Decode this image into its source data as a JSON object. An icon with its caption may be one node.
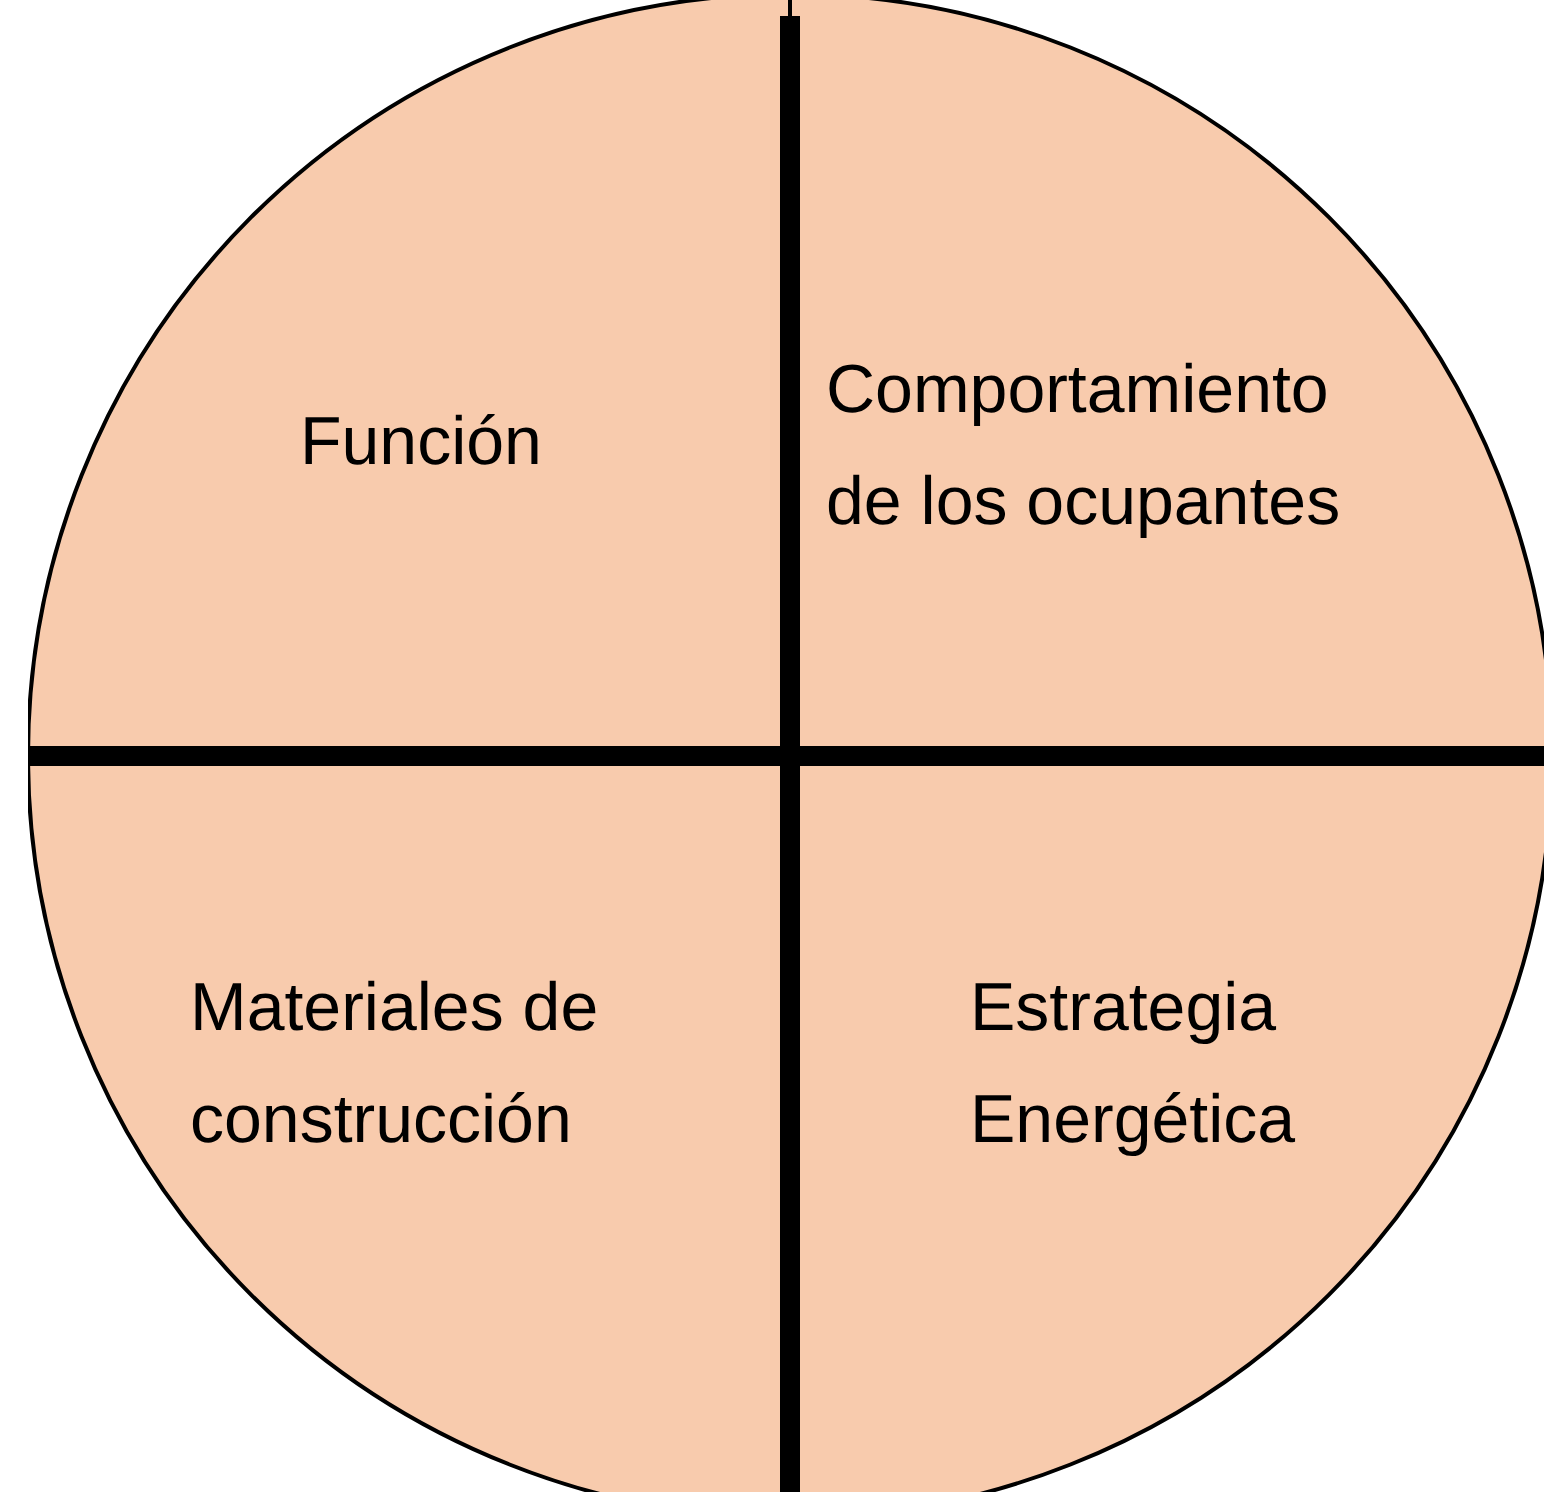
{
  "diagram": {
    "nodes": [
      {
        "text": [
          "Función"
        ]
      },
      {
        "text": [
          "Comportamiento de los ocupantes"
        ]
      },
      {
        "text": [
          "Materiales de construcción"
        ]
      },
      {
        "text": [
          "Estrategia Energética"
        ]
      }
    ]
  }
}
